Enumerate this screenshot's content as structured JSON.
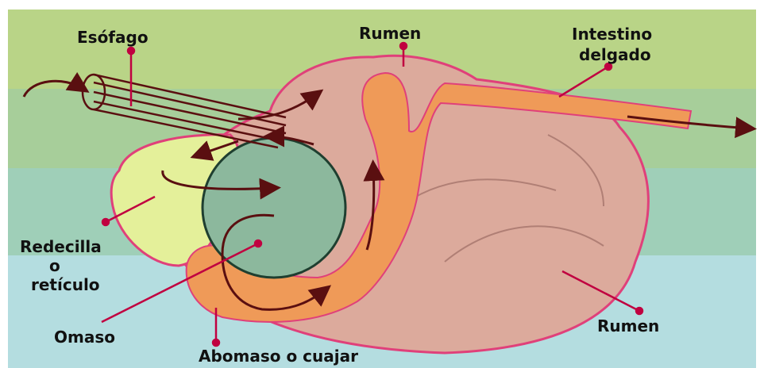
{
  "labels": {
    "esofago": "Esófago",
    "rumen_top": "Rumen",
    "intestino_l1": "Intestino",
    "intestino_l2": "delgado",
    "redecilla_l1": "Redecilla",
    "redecilla_l2": "o",
    "redecilla_l3": "retículo",
    "omaso": "Omaso",
    "abomaso": "Abomaso o cuajar",
    "rumen_bottom": "Rumen"
  },
  "colors": {
    "band_1": "#b9d487",
    "band_2": "#a7ce9a",
    "band_3": "#9fcfb8",
    "band_4": "#b4dde0",
    "rumen_fill": "#dcaa9c",
    "rumen_outline": "#e0407a",
    "reticulum_fill": "#e4f09a",
    "omasum_fill": "#8cb89d",
    "abomasum_fill": "#ef9a58",
    "pointer": "#c00040",
    "flow_arrow": "#5a0f10"
  }
}
